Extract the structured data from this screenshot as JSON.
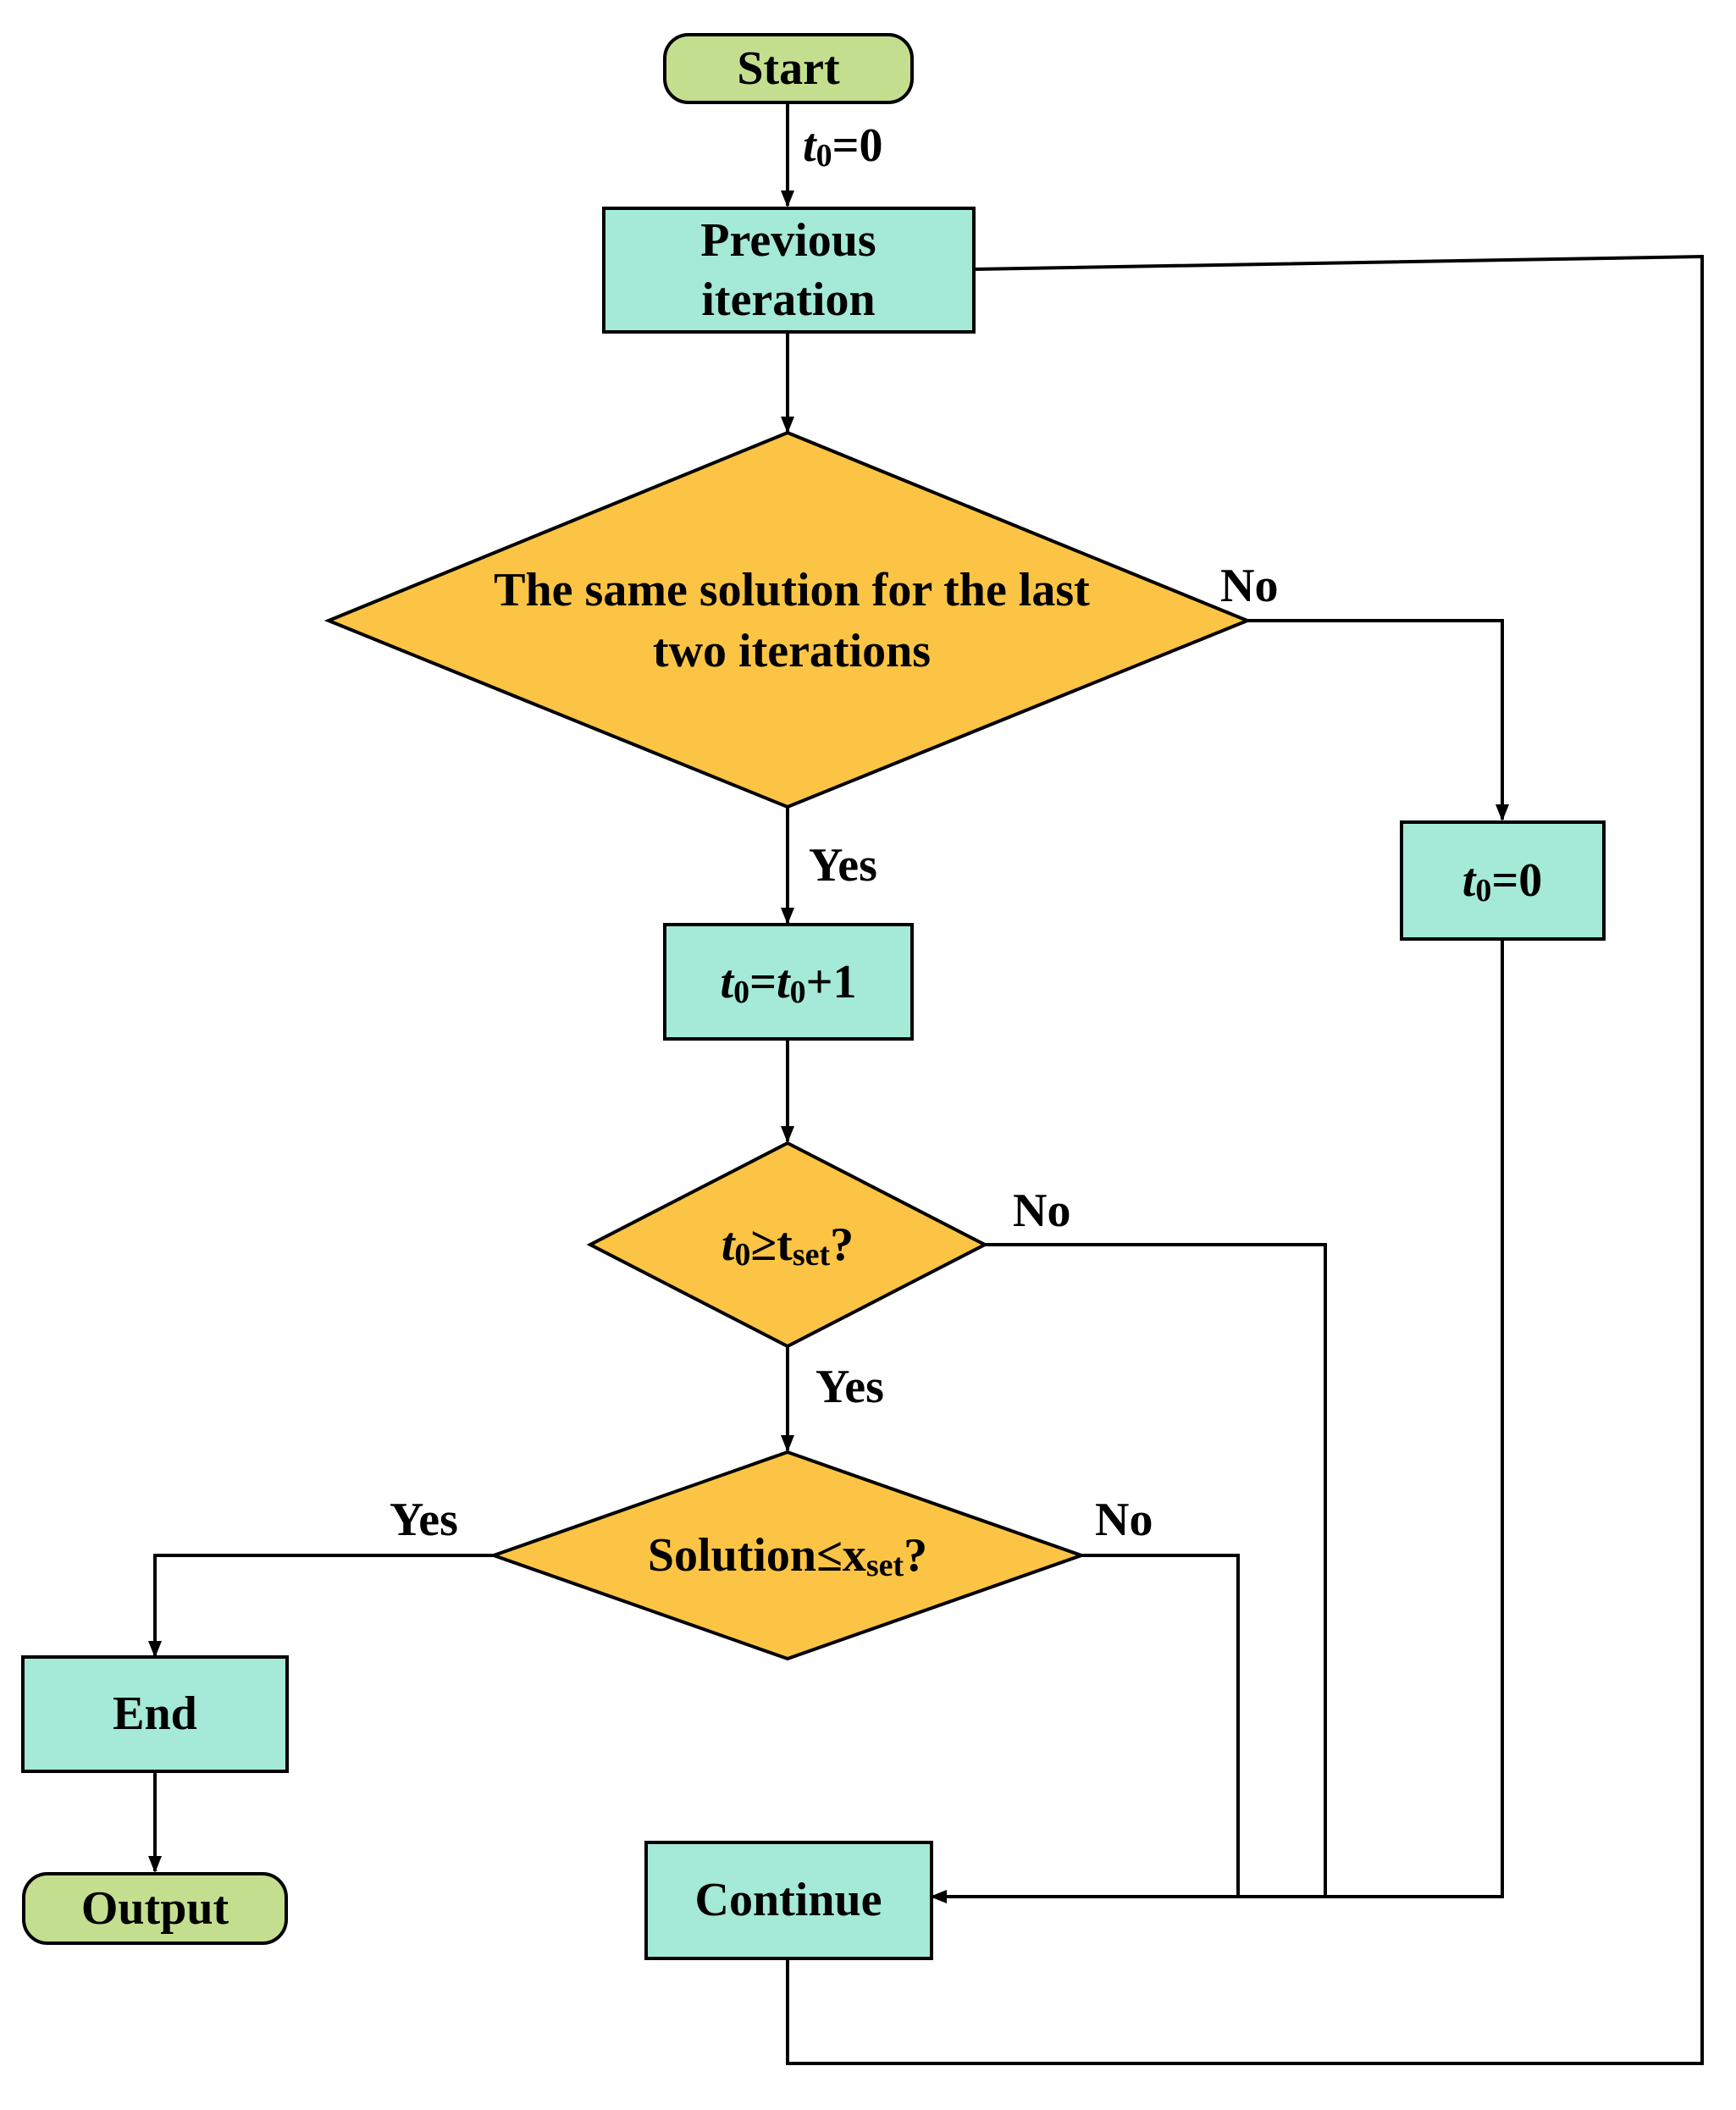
{
  "colors": {
    "terminal_fill": "#C4DE8F",
    "process_fill": "#A5E9D8",
    "decision_fill": "#FCC445",
    "line": "#000000"
  },
  "nodes": {
    "start": "Start",
    "previous_iteration": [
      "Previous",
      "iteration"
    ],
    "same_solution": [
      "The same solution for the last",
      "two iterations"
    ],
    "reset_t0": {
      "var": "t",
      "sub": "0",
      "rest": "=0"
    },
    "increment_t0": {
      "var": "t",
      "sub": "0",
      "eq": "=",
      "var2": "t",
      "sub2": "0",
      "rest": "+1"
    },
    "check_tset": {
      "var": "t",
      "sub": "0",
      "op": "≥t",
      "sub2": "set",
      "rest": "?"
    },
    "check_xset": {
      "text": "Solution≤x",
      "sub": "set",
      "rest": "?"
    },
    "end": "End",
    "output": "Output",
    "continue": "Continue"
  },
  "edge_labels": {
    "init": {
      "var": "t",
      "sub": "0",
      "rest": "=0"
    },
    "same_no": "No",
    "same_yes": "Yes",
    "tset_no": "No",
    "tset_yes": "Yes",
    "xset_yes": "Yes",
    "xset_no": "No"
  }
}
